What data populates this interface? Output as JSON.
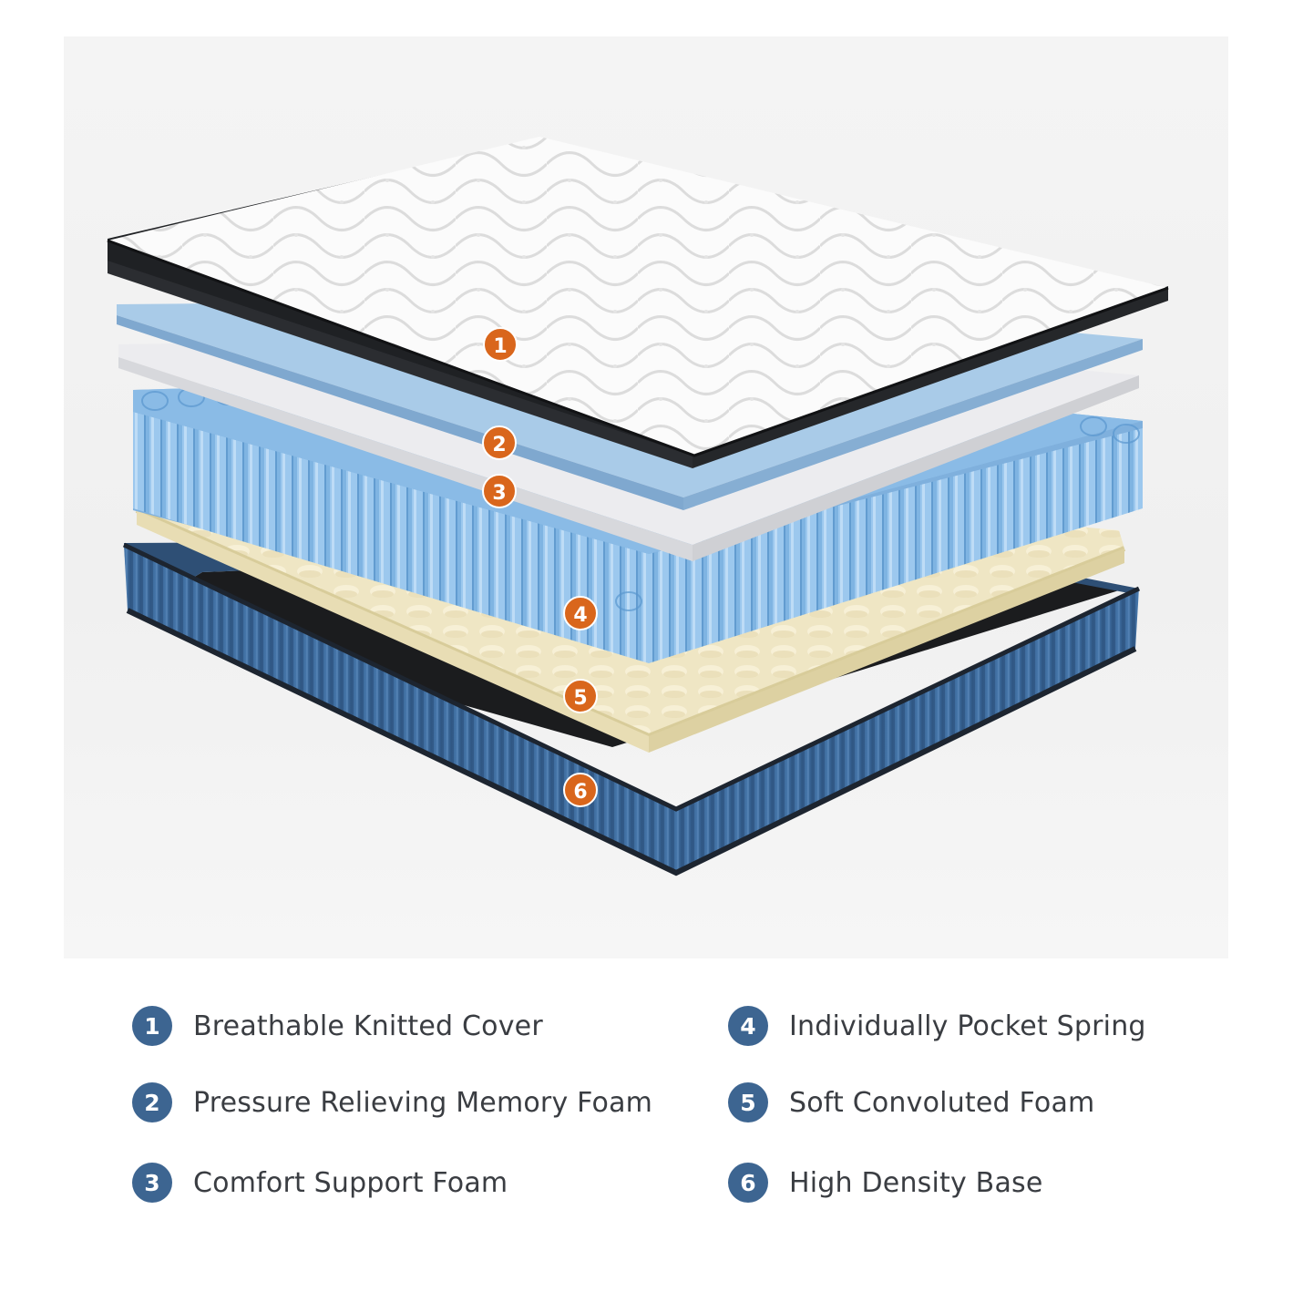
{
  "colors": {
    "badge_orange": "#d9661c",
    "legend_badge_blue": "#3d6591",
    "label_text": "#3a3d42",
    "memory_foam_blue": "#a9cbe8",
    "spring_blue": "#6fa9dd",
    "convoluted_foam": "#efe6c4",
    "base_blue": "#3d6a9c"
  },
  "callouts": [
    {
      "number": "1",
      "layer": "cover"
    },
    {
      "number": "2",
      "layer": "memory-foam"
    },
    {
      "number": "3",
      "layer": "comfort-foam"
    },
    {
      "number": "4",
      "layer": "pocket-springs"
    },
    {
      "number": "5",
      "layer": "convoluted-foam"
    },
    {
      "number": "6",
      "layer": "base"
    }
  ],
  "legend": [
    {
      "number": "1",
      "label": "Breathable Knitted Cover"
    },
    {
      "number": "2",
      "label": "Pressure Relieving Memory Foam"
    },
    {
      "number": "3",
      "label": "Comfort Support Foam"
    },
    {
      "number": "4",
      "label": "Individually Pocket Spring"
    },
    {
      "number": "5",
      "label": "Soft Convoluted Foam"
    },
    {
      "number": "6",
      "label": "High Density Base"
    }
  ]
}
